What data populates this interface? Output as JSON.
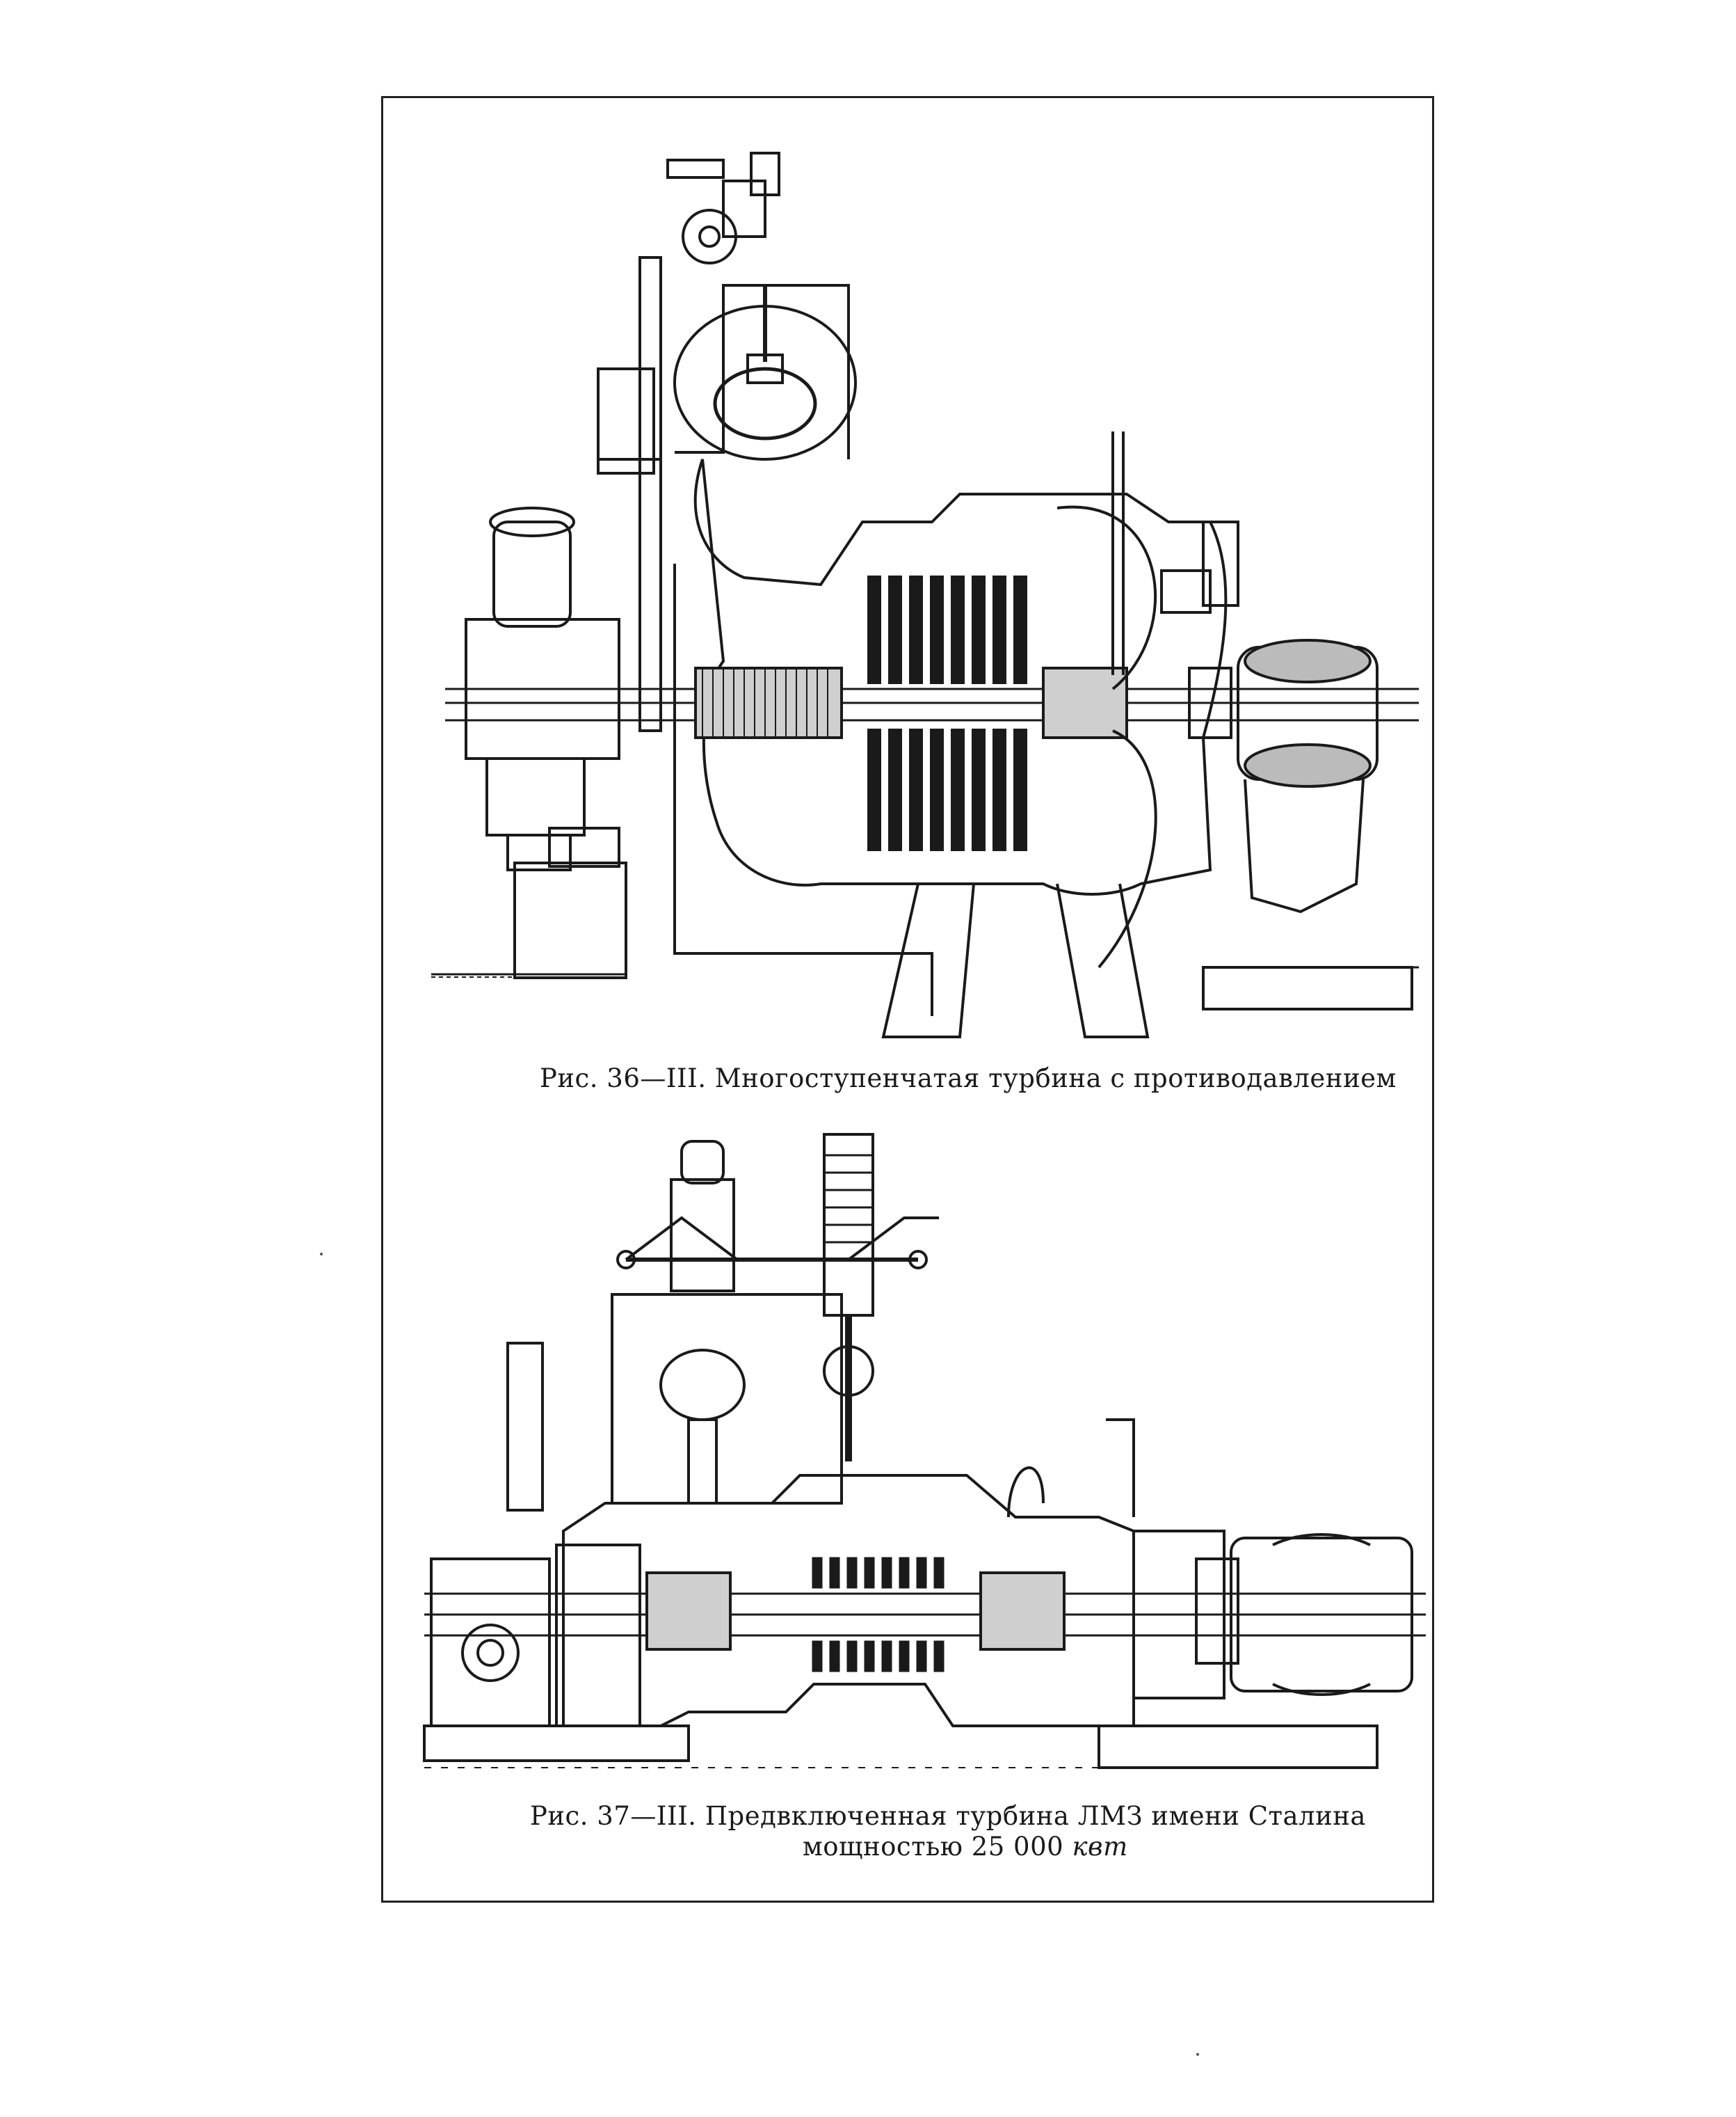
{
  "figures": [
    {
      "caption": "Рис. 36—III. Многоступенчатая турбина с противодавлением"
    },
    {
      "caption_line1": "Рис. 37—III. Предвключенная турбина ЛМЗ имени Сталина",
      "caption_line2_prefix": "мощностью 25 000",
      "caption_line2_unit": "квт"
    }
  ],
  "colors": {
    "ink": "#1a1a1a",
    "paper": "#ffffff"
  }
}
